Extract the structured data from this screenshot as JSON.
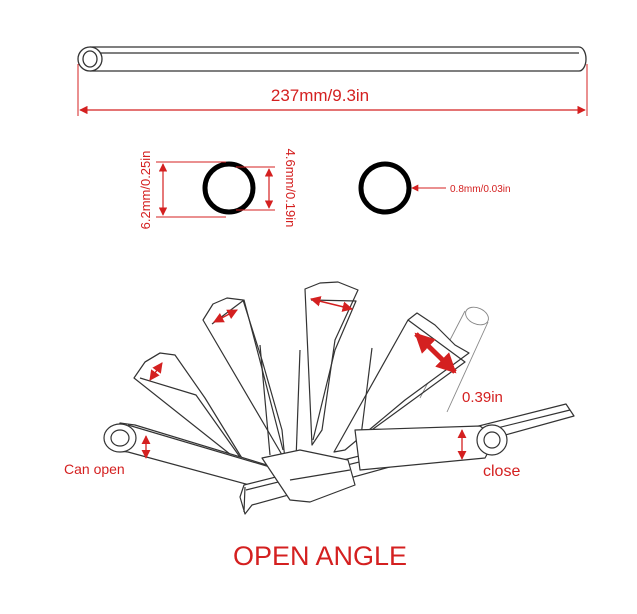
{
  "tube": {
    "length_label": "237mm/9.3in"
  },
  "cross_section": {
    "outer_label": "6.2mm/0.25in",
    "inner_label": "4.6mm/0.19in",
    "wall_label": "0.8mm/0.03in"
  },
  "fan": {
    "opening_label": "0.39in",
    "can_open_label": "Can open",
    "close_label": "close"
  },
  "title": "OPEN ANGLE",
  "colors": {
    "accent": "#d42020",
    "line": "#333333",
    "ring": "#000000"
  }
}
